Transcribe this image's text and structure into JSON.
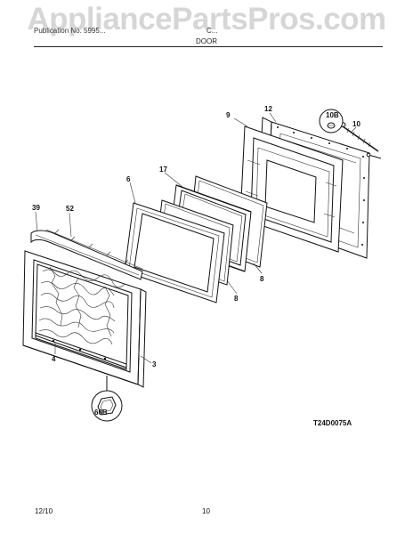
{
  "watermark": "AppliancePartsPros.com",
  "header": {
    "left_text": "Publication No. 5995...",
    "right_text": "C...",
    "section_title": "DOOR"
  },
  "figure_code": "T24D0075A",
  "footer": {
    "date": "12/10",
    "page": "10"
  },
  "callouts": {
    "door_frame_upper": "9",
    "inner_door_panel": "12",
    "screw_bubble": "10B",
    "handle_screw": "10",
    "window_pack": "17",
    "glass_frame": "6",
    "handle_trim": "39",
    "door_handle": "52",
    "outer_glass": "8",
    "inner_glass": "8",
    "door_skin": "3",
    "door_trim": "4",
    "screw_bubble_lower": "60B"
  }
}
